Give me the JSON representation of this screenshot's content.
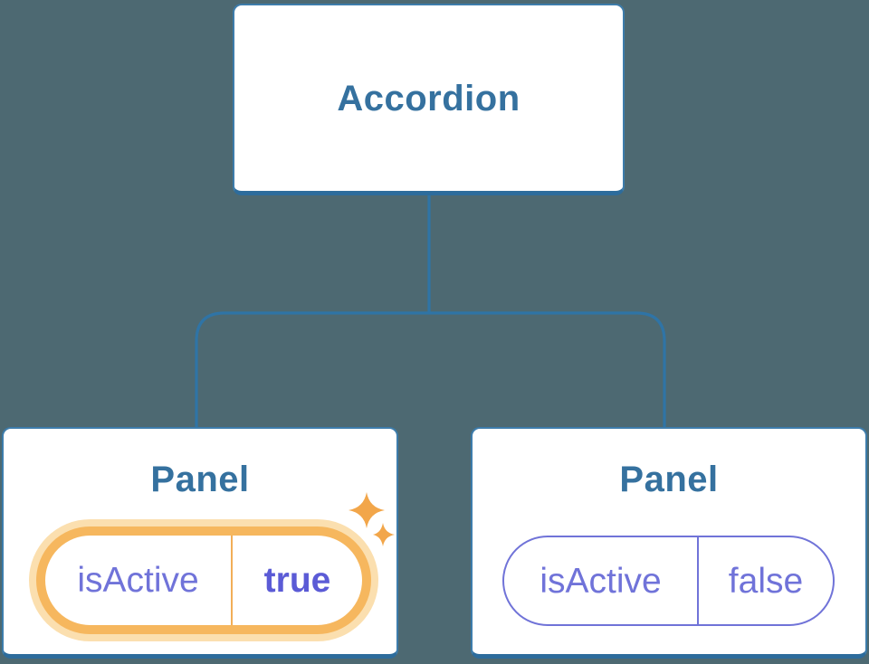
{
  "tree": {
    "root": {
      "label": "Accordion"
    },
    "children": [
      {
        "label": "Panel",
        "prop": {
          "name": "isActive",
          "value": "true"
        },
        "highlighted": true
      },
      {
        "label": "Panel",
        "prop": {
          "name": "isActive",
          "value": "false"
        },
        "highlighted": false
      }
    ]
  },
  "icons": {
    "sparkle": "sparkle-icon"
  },
  "colors": {
    "background": "#4d6972",
    "node_fill": "#ffffff",
    "node_border": "#3d7cab",
    "node_border_bottom": "#2d6c9c",
    "node_label_text": "#35719f",
    "connector_line": "#2f74a6",
    "prop_text": "#7073d9",
    "prop_value_active_text": "#5b5bd6",
    "inactive_pill_border": "#7073d8",
    "active_pill_ring": "#f6b75e",
    "active_pill_glow": "#fbdfaf",
    "sparkle": "#f2a64a"
  }
}
